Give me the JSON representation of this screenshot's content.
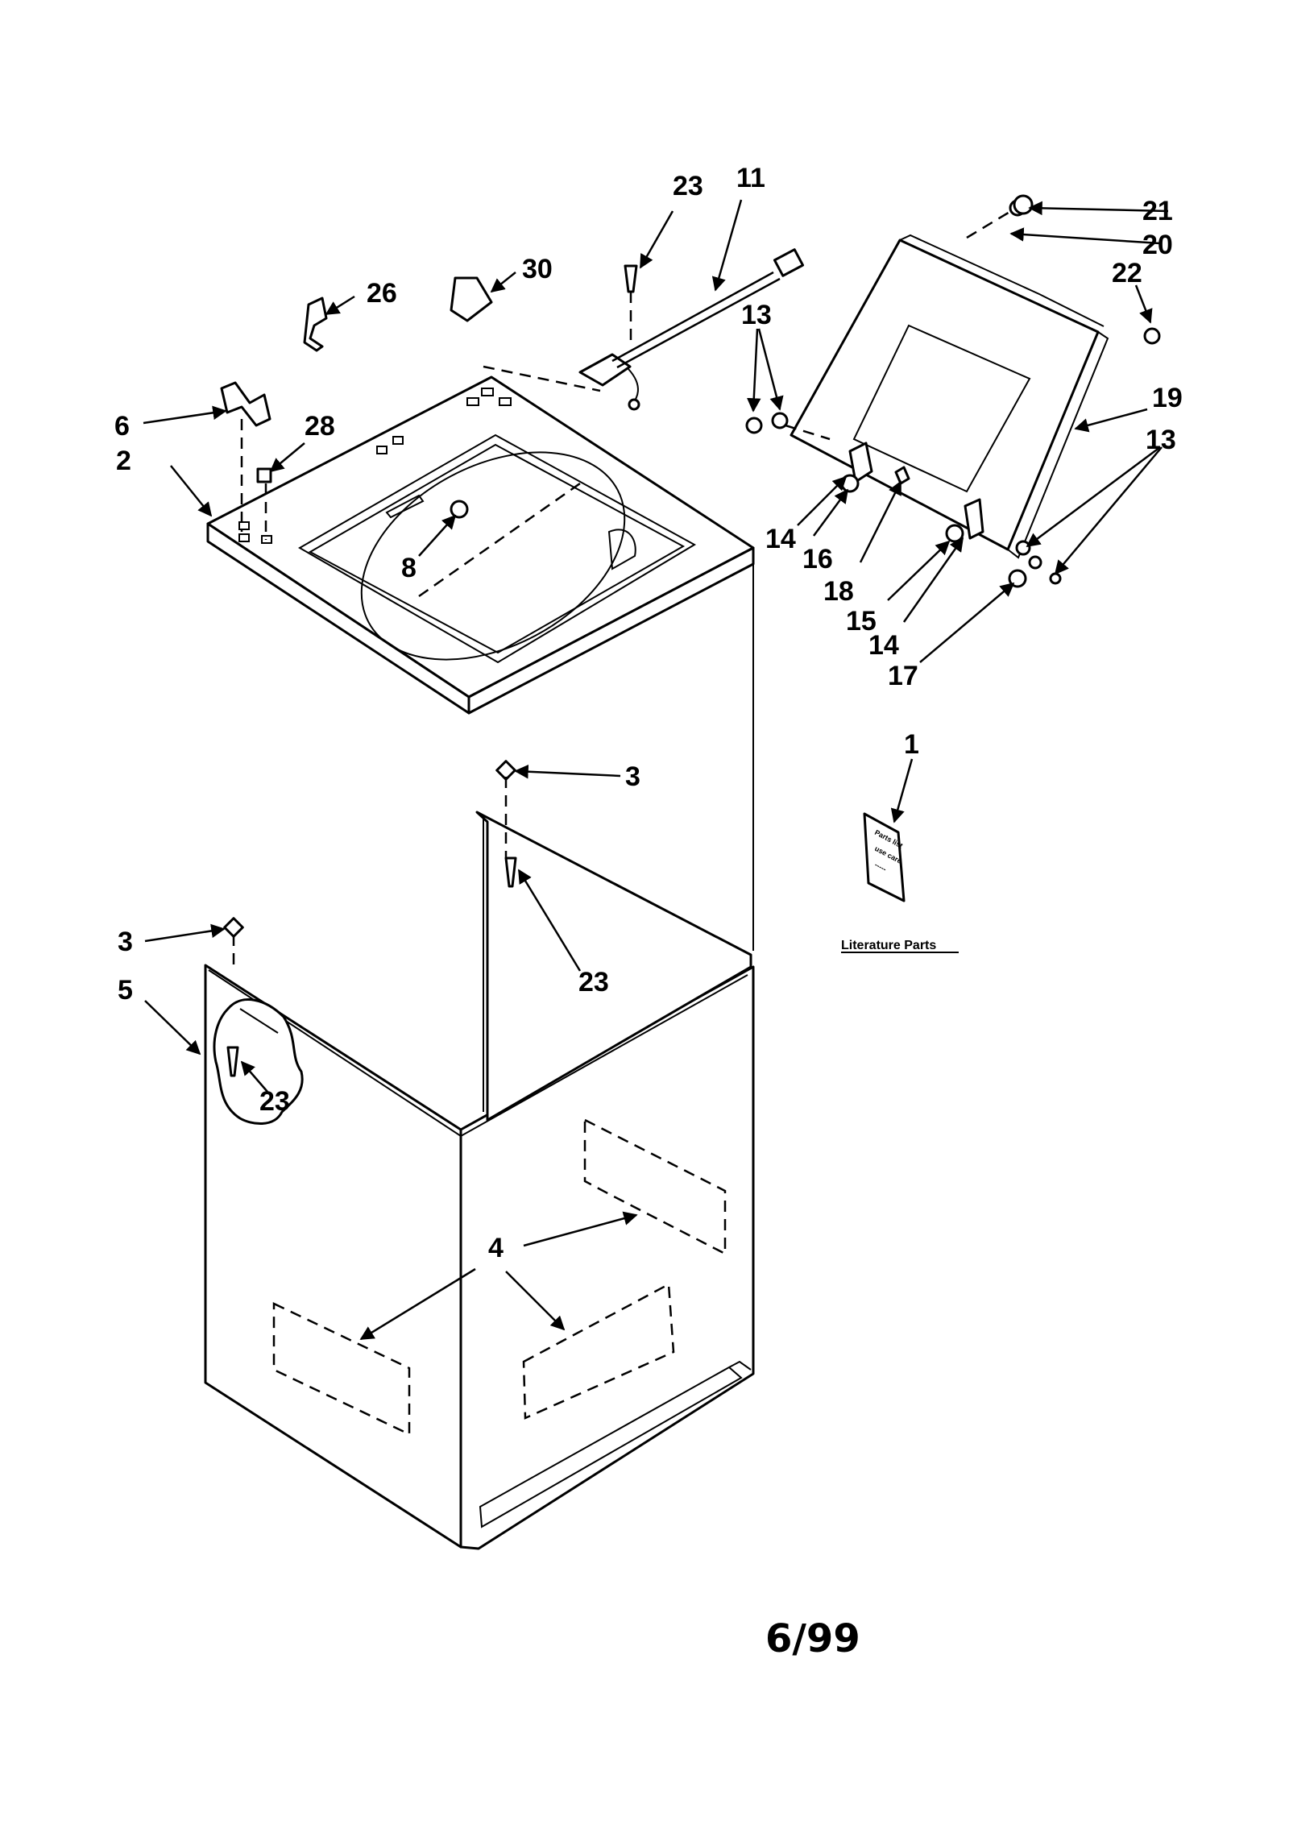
{
  "diagram": {
    "callouts": {
      "c1": "1",
      "c2": "2",
      "c3a": "3",
      "c3b": "3",
      "c4": "4",
      "c5": "5",
      "c6": "6",
      "c8": "8",
      "c11": "11",
      "c13a": "13",
      "c13b": "13",
      "c14a": "14",
      "c14b": "14",
      "c15": "15",
      "c16": "16",
      "c17": "17",
      "c18": "18",
      "c19": "19",
      "c20": "20",
      "c21": "21",
      "c22": "22",
      "c23a": "23",
      "c23b": "23",
      "c23c": "23",
      "c26": "26",
      "c28": "28",
      "c30": "30"
    },
    "literature_label": "Literature Parts",
    "page_code": "6/99"
  }
}
